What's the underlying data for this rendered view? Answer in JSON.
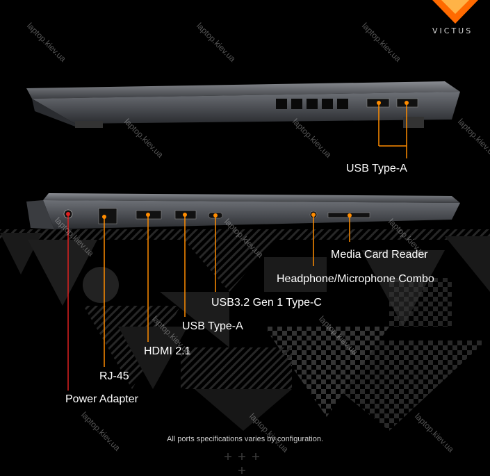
{
  "brand": {
    "name": "VICTUS",
    "logo_icon": "victus-chevron-logo-icon",
    "accent_color": "#ff7a00"
  },
  "watermark": "laptop.kiev.ua",
  "side_views": {
    "right_side": {
      "ports": [
        {
          "label": "USB Type-A"
        }
      ]
    },
    "left_side": {
      "ports": [
        {
          "label": "Power Adapter"
        },
        {
          "label": "RJ-45"
        },
        {
          "label": "HDMI 2.1"
        },
        {
          "label": "USB Type-A"
        },
        {
          "label": "USB3.2 Gen 1 Type-C"
        },
        {
          "label": "Headphone/Microphone Combo"
        },
        {
          "label": "Media Card Reader"
        }
      ]
    }
  },
  "footer_note": "All ports specifications varies by configuration.",
  "colors": {
    "power_leader": "#e02020",
    "port_leader": "#ff8c00",
    "laptop_body": "#5a5d63"
  }
}
